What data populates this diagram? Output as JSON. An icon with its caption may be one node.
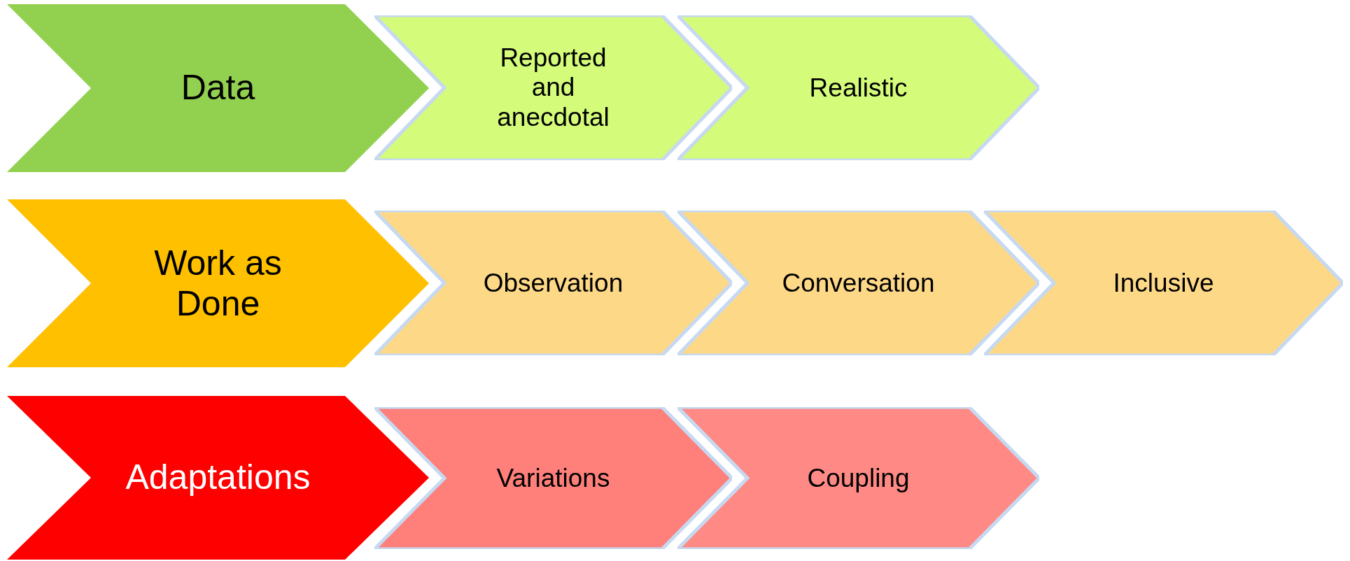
{
  "diagram": {
    "nodes": [
      {
        "text": [
          "Data"
        ]
      },
      {
        "text": [
          "Reported and anecdotal"
        ]
      },
      {
        "text": [
          "Realistic"
        ]
      },
      {
        "text": [
          "Work as Done"
        ]
      },
      {
        "text": [
          "Observation"
        ]
      },
      {
        "text": [
          "Conversation"
        ]
      },
      {
        "text": [
          "Inclusive"
        ]
      },
      {
        "text": [
          "Adaptations"
        ]
      },
      {
        "text": [
          "Variations"
        ]
      },
      {
        "text": [
          "Coupling"
        ]
      }
    ]
  }
}
